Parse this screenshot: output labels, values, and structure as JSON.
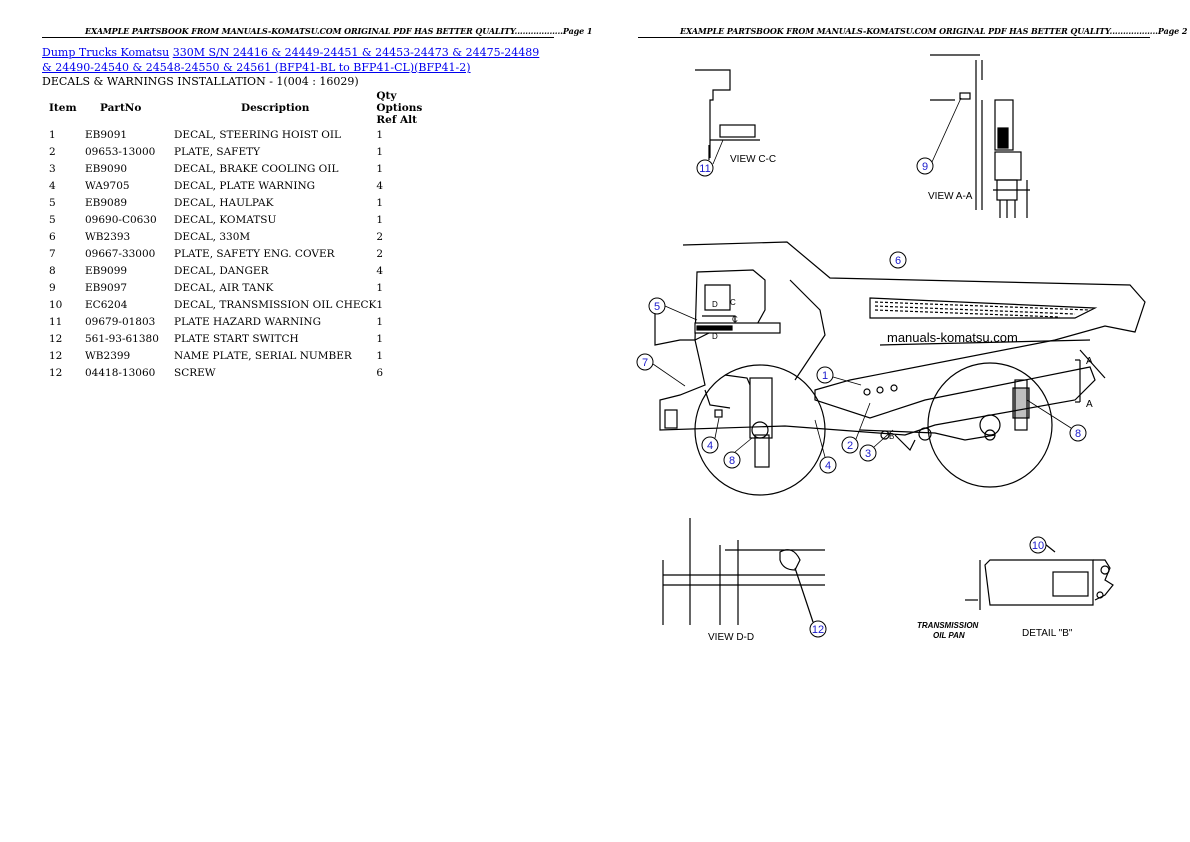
{
  "page1": {
    "header": "EXAMPLE PARTSBOOK FROM MANUALS-KOMATSU.COM ORIGINAL PDF HAS BETTER QUALITY..................Page 1",
    "title_link_1": "Dump Trucks Komatsu",
    "title_link_2": "330M S/N 24416 & 24449-24451 & 24453-24473 & 24475-24489 & 24490-24540 & 24548-24550 & 24561 (BFP41-BL to BFP41-CL)(BFP41-2)",
    "subtitle": "DECALS & WARNINGS INSTALLATION - 1(004 : 16029)",
    "columns": {
      "item": "Item",
      "partno": "PartNo",
      "description": "Description",
      "qty_options": "Qty Options Ref Alt"
    },
    "rows": [
      {
        "item": "1",
        "partno": "EB9091",
        "description": "DECAL, STEERING HOIST OIL",
        "qty": "1"
      },
      {
        "item": "2",
        "partno": "09653-13000",
        "description": "PLATE, SAFETY",
        "qty": "1"
      },
      {
        "item": "3",
        "partno": "EB9090",
        "description": "DECAL, BRAKE COOLING OIL",
        "qty": "1"
      },
      {
        "item": "4",
        "partno": "WA9705",
        "description": "DECAL, PLATE WARNING",
        "qty": "4"
      },
      {
        "item": "5",
        "partno": "EB9089",
        "description": "DECAL, HAULPAK",
        "qty": "1"
      },
      {
        "item": "5",
        "partno": "09690-C0630",
        "description": "DECAL, KOMATSU",
        "qty": "1"
      },
      {
        "item": "6",
        "partno": "WB2393",
        "description": "DECAL, 330M",
        "qty": "2"
      },
      {
        "item": "7",
        "partno": "09667-33000",
        "description": "PLATE, SAFETY ENG. COVER",
        "qty": "2"
      },
      {
        "item": "8",
        "partno": "EB9099",
        "description": "DECAL, DANGER",
        "qty": "4"
      },
      {
        "item": "9",
        "partno": "EB9097",
        "description": "DECAL, AIR TANK",
        "qty": "1"
      },
      {
        "item": "10",
        "partno": "EC6204",
        "description": "DECAL, TRANSMISSION OIL CHECK",
        "qty": "1"
      },
      {
        "item": "11",
        "partno": "09679-01803",
        "description": "PLATE HAZARD WARNING",
        "qty": "1"
      },
      {
        "item": "12",
        "partno": "561-93-61380",
        "description": "PLATE START SWITCH",
        "qty": "1"
      },
      {
        "item": "12",
        "partno": "WB2399",
        "description": "NAME PLATE, SERIAL NUMBER",
        "qty": "1"
      },
      {
        "item": "12",
        "partno": "04418-13060",
        "description": "SCREW",
        "qty": "6"
      }
    ]
  },
  "page2": {
    "header": "EXAMPLE PARTSBOOK FROM MANUALS-KOMATSU.COM ORIGINAL PDF HAS BETTER QUALITY..................Page 2",
    "watermark": "manuals-komatsu.com",
    "labels": {
      "view_cc": "VIEW C-C",
      "view_aa": "VIEW A-A",
      "view_dd": "VIEW D-D",
      "detail_b": "DETAIL \"B\"",
      "trans_pan_1": "TRANSMISSION",
      "trans_pan_2": "OIL PAN",
      "sect_a": "A",
      "letter_b": "B",
      "letter_c": "C",
      "letter_d": "D"
    },
    "callouts": {
      "c1": "1",
      "c2": "2",
      "c3": "3",
      "c4a": "4",
      "c4b": "4",
      "c5": "5",
      "c6": "6",
      "c7": "7",
      "c8a": "8",
      "c8b": "8",
      "c9": "9",
      "c10": "10",
      "c11": "11",
      "c12": "12"
    },
    "accent_color": "#0000cc"
  }
}
